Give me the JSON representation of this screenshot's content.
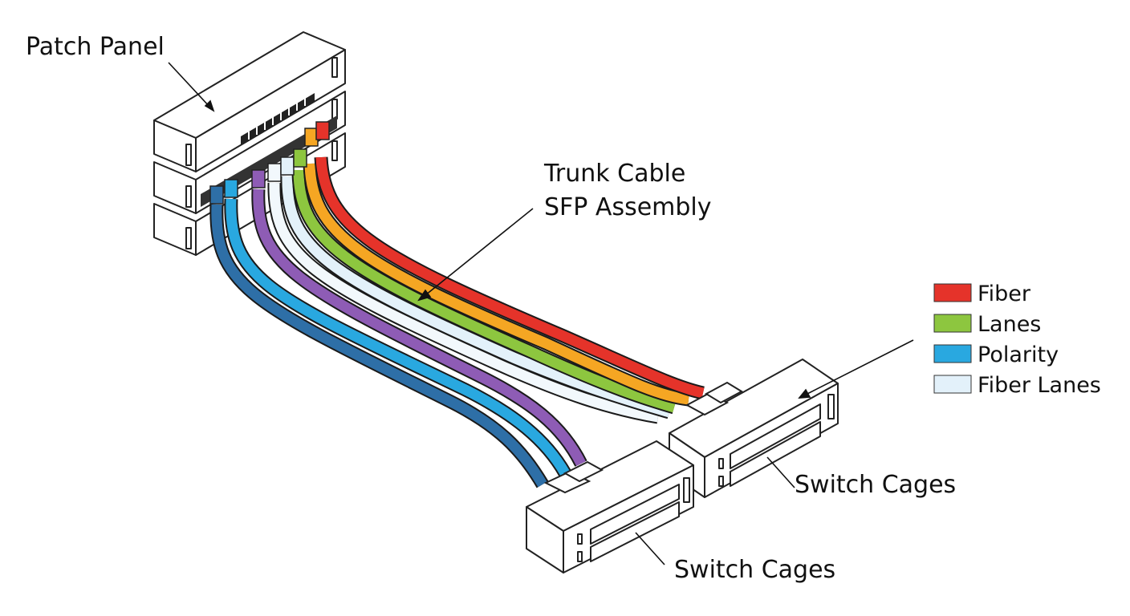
{
  "labels": {
    "patch_panel": "Patch Panel",
    "trunk_line1": "Trunk Cable",
    "trunk_line2": "SFP Assembly",
    "switch_cages_right": "Switch Cages",
    "switch_cages_left": "Switch Cages"
  },
  "legend": [
    {
      "label": "Fiber",
      "color": "#e5332a"
    },
    {
      "label": "Lanes",
      "color": "#8dc63f"
    },
    {
      "label": "Polarity",
      "color": "#29a8e0"
    },
    {
      "label": "Fiber Lanes",
      "color": "#e3f1fa"
    }
  ],
  "cables": [
    {
      "name": "dark-blue",
      "color": "#2e6fa7"
    },
    {
      "name": "blue",
      "color": "#29a8e0"
    },
    {
      "name": "purple",
      "color": "#8e5cb5"
    },
    {
      "name": "white",
      "color": "#f2f8fc"
    },
    {
      "name": "light-blue",
      "color": "#e3f1fa"
    },
    {
      "name": "green",
      "color": "#8dc63f"
    },
    {
      "name": "orange",
      "color": "#f5a623"
    },
    {
      "name": "red",
      "color": "#e5332a"
    }
  ]
}
